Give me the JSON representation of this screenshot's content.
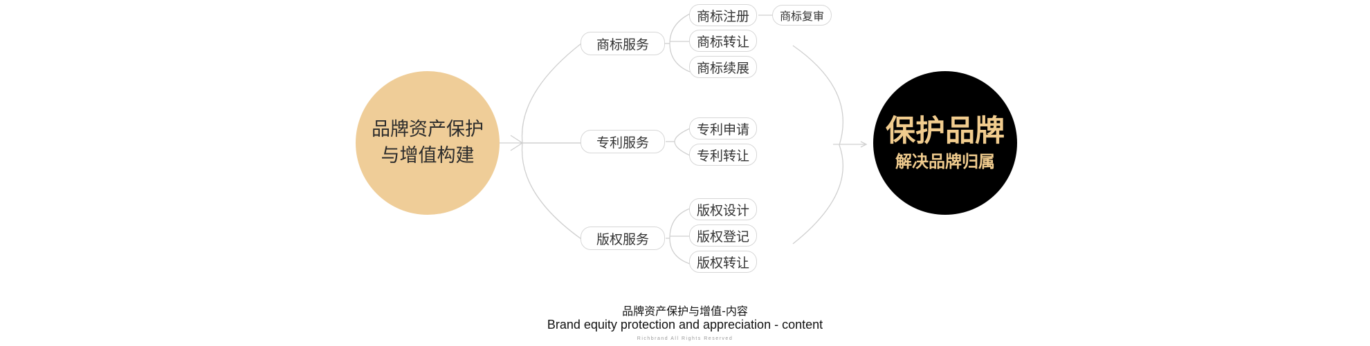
{
  "root": {
    "line1": "品牌资产保护",
    "line2": "与增值构建"
  },
  "goal": {
    "title": "保护品牌",
    "subtitle": "解决品牌归属"
  },
  "branches": [
    {
      "label": "商标服务",
      "children": [
        "商标注册",
        "商标转让",
        "商标续展"
      ],
      "extra": "商标复审"
    },
    {
      "label": "专利服务",
      "children": [
        "专利申请",
        "专利转让"
      ]
    },
    {
      "label": "版权服务",
      "children": [
        "版权设计",
        "版权登记",
        "版权转让"
      ]
    }
  ],
  "caption": {
    "cn": "品牌资产保护与增值-内容",
    "en": "Brand equity protection and appreciation - content",
    "rights": "Richbrand All Rights Reserved"
  },
  "colors": {
    "root_fill": "#efcd98",
    "goal_fill": "#000000",
    "goal_text": "#f1cc8e",
    "line": "#cfcfcf"
  }
}
